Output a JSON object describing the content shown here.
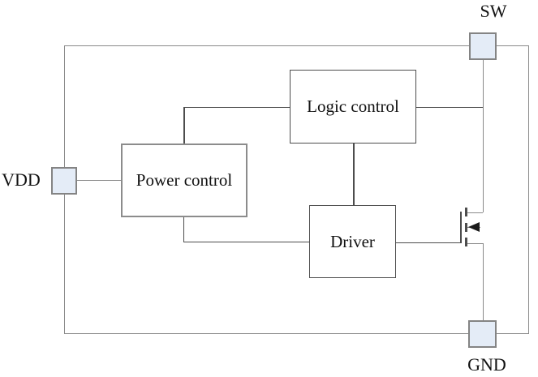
{
  "diagram": {
    "title": "switch-converter-block-diagram",
    "blocks": {
      "logic": {
        "label": "Logic control"
      },
      "power": {
        "label": "Power control"
      },
      "driver": {
        "label": "Driver"
      }
    },
    "pins": {
      "sw": {
        "label": "SW"
      },
      "vdd": {
        "label": "VDD"
      },
      "gnd": {
        "label": "GND"
      }
    },
    "mosfet": {
      "type": "n-channel MOSFET with body arrow",
      "arrow_direction": "left"
    }
  },
  "colors": {
    "wire_gray": "#8a8a8a",
    "wire_dark": "#4d4d4d",
    "pin_fill": "#e4ecf7",
    "pin_border": "#848484",
    "text": "#111111"
  },
  "icons": {
    "mosfet_arrow": "left-pointing solid triangle"
  }
}
